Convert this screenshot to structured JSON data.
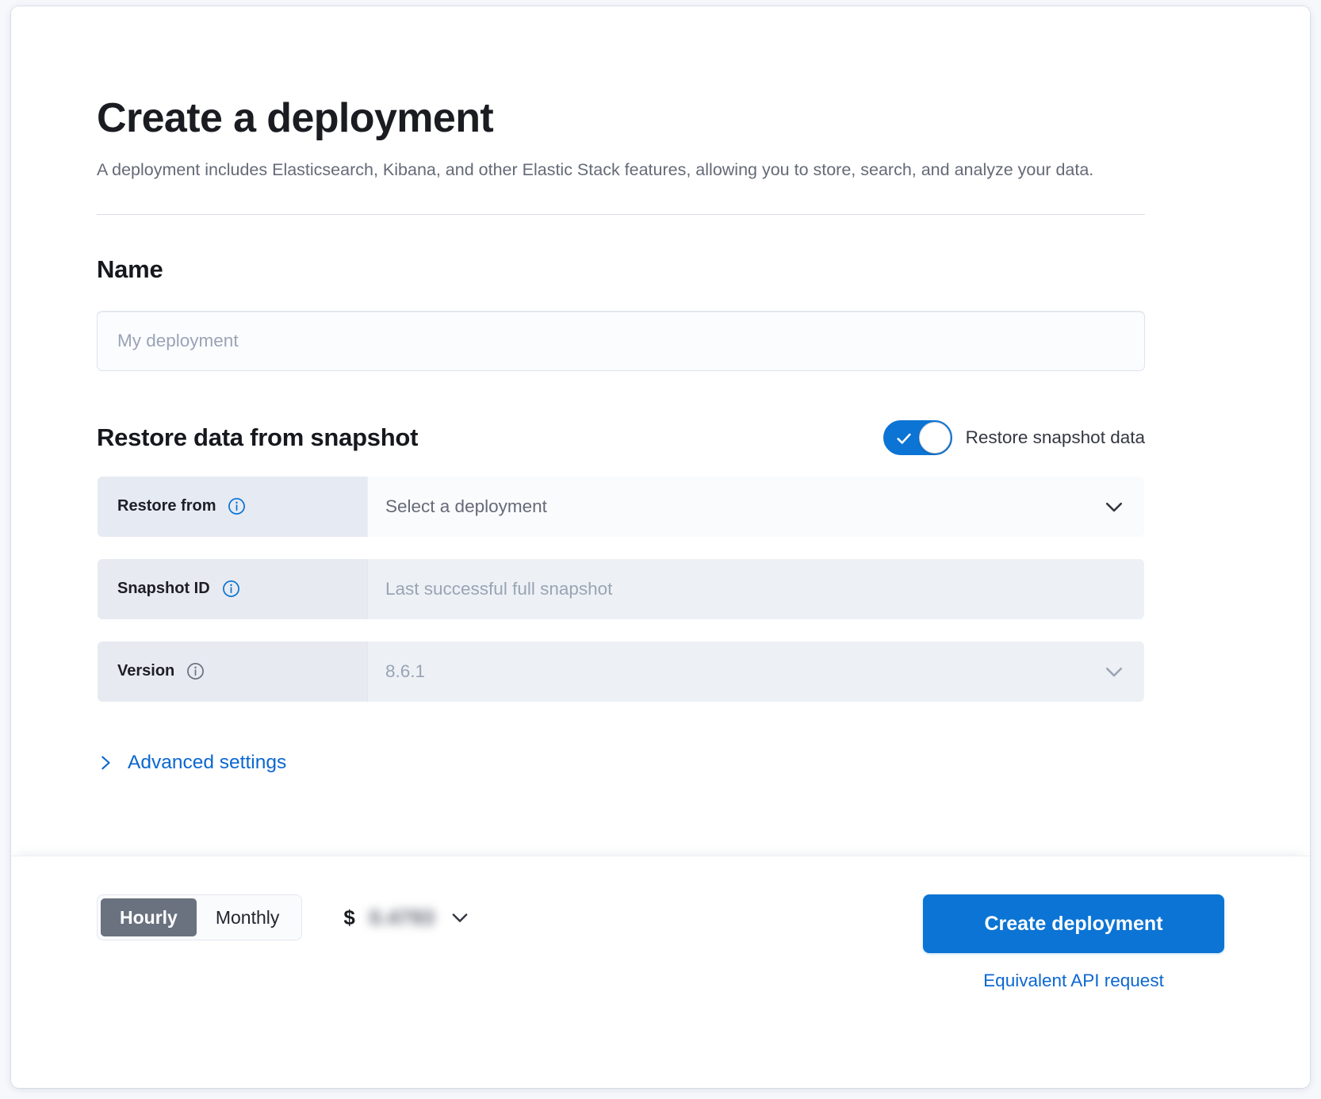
{
  "header": {
    "title": "Create a deployment",
    "subtitle": "A deployment includes Elasticsearch, Kibana, and other Elastic Stack features, allowing you to store, search, and analyze your data."
  },
  "name_section": {
    "heading": "Name",
    "input_value": "",
    "input_placeholder": "My deployment"
  },
  "restore_section": {
    "heading": "Restore data from snapshot",
    "toggle": {
      "label": "Restore snapshot data",
      "state": "on",
      "accent_color": "#0b74d4"
    },
    "rows": [
      {
        "label": "Restore from",
        "value": "Select a deployment",
        "has_info_icon": true,
        "info_icon_color": "#0b74d4",
        "has_chevron": true,
        "disabled": false
      },
      {
        "label": "Snapshot ID",
        "value": "Last successful full snapshot",
        "has_info_icon": true,
        "info_icon_color": "#0b74d4",
        "has_chevron": false,
        "disabled": true
      },
      {
        "label": "Version",
        "value": "8.6.1",
        "has_info_icon": true,
        "info_icon_color": "#6a717f",
        "has_chevron": true,
        "disabled": true
      }
    ],
    "advanced_settings_label": "Advanced settings"
  },
  "footer": {
    "billing_options": [
      "Hourly",
      "Monthly"
    ],
    "billing_selected": "Hourly",
    "price_currency_symbol": "$",
    "price_amount": "0.4793",
    "price_obscured": true,
    "create_button_label": "Create deployment",
    "api_request_link_label": "Equivalent API request"
  },
  "colors": {
    "accent_blue": "#0b74d4",
    "link_blue": "#0b67d0",
    "text_dark": "#1a1c21",
    "text_muted": "#646a77",
    "prepend_bg": "#e6eaf2",
    "disabled_bg": "#edf1f5"
  }
}
